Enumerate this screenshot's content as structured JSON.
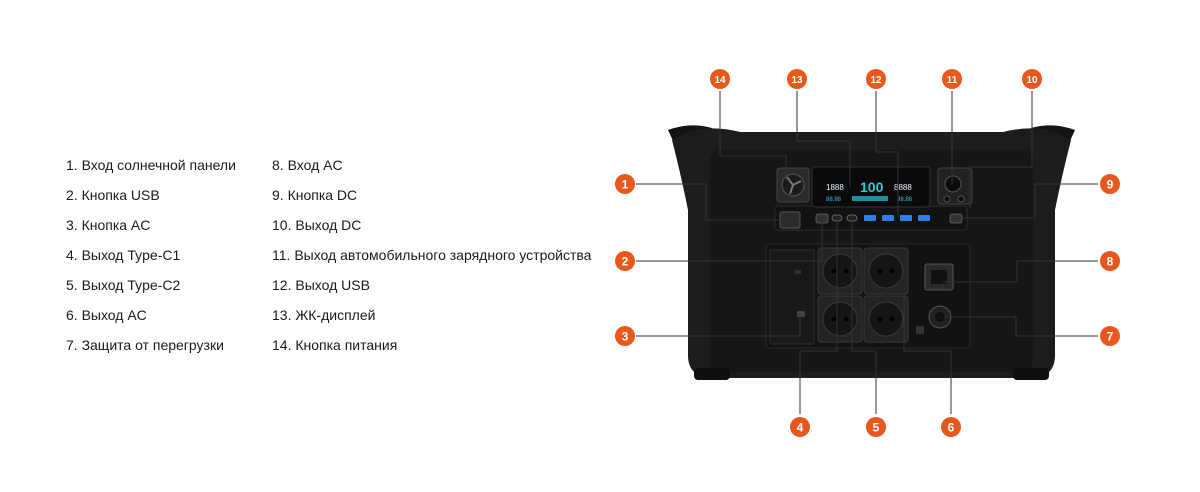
{
  "legend": [
    {
      "text": "1. Вход солнечной панели"
    },
    {
      "text": "2. Кнопка USB"
    },
    {
      "text": "3. Кнопка AC"
    },
    {
      "text": "4. Выход Type-C1"
    },
    {
      "text": "5. Выход Type-C2"
    },
    {
      "text": "6. Выход AC"
    },
    {
      "text": "7. Защита от перегрузки"
    },
    {
      "text": "8. Вход AC"
    },
    {
      "text": "9. Кнопка DC"
    },
    {
      "text": "10. Выход DC"
    },
    {
      "text": "11. Выход автомобильного зарядного устройства"
    },
    {
      "text": "12. Выход USB"
    },
    {
      "text": "13. ЖК-дисплей"
    },
    {
      "text": "14. Кнопка питания"
    }
  ],
  "callouts": [
    "1",
    "2",
    "3",
    "4",
    "5",
    "6",
    "7",
    "8",
    "9",
    "10",
    "11",
    "12",
    "13",
    "14"
  ],
  "display": {
    "left_value": "1888",
    "center_value": "100",
    "right_value": "8888",
    "left_bottom": "88.88",
    "right_bottom": "88.88"
  },
  "colors": {
    "accent": "#e8581c",
    "device_body": "#1c1c1c",
    "usb_port": "#2f7fe8",
    "lcd": "#36c9d8"
  }
}
